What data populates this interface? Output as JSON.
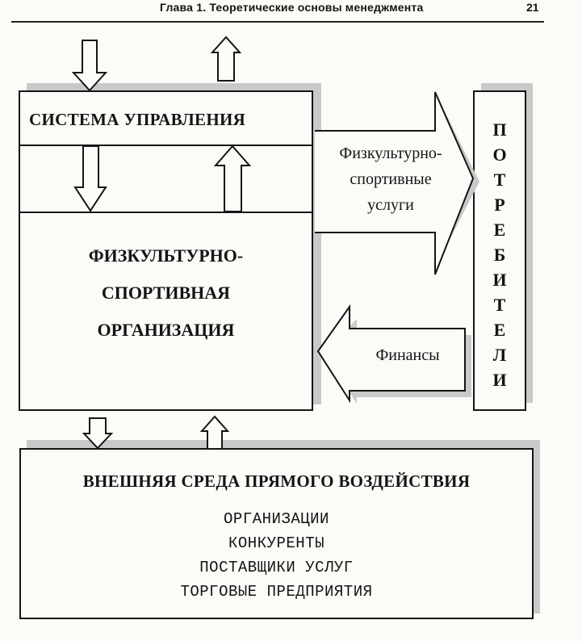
{
  "header": {
    "chapter_title": "Глава 1. Теоретические основы менеджмента",
    "page_number": "21"
  },
  "diagram": {
    "management_system": {
      "title": "СИСТЕМА УПРАВЛЕНИЯ"
    },
    "organization": {
      "lines": [
        "ФИЗКУЛЬТУРНО-",
        "СПОРТИВНАЯ",
        "ОРГАНИЗАЦИЯ"
      ]
    },
    "services_flow": {
      "lines": [
        "Физкультурно-",
        "спортивные",
        "услуги"
      ]
    },
    "finance_flow": {
      "label": "Финансы"
    },
    "consumers": {
      "letters": [
        "П",
        "О",
        "Т",
        "Р",
        "Е",
        "Б",
        "И",
        "Т",
        "Е",
        "Л",
        "И"
      ]
    },
    "environment": {
      "title": "ВНЕШНЯЯ СРЕДА ПРЯМОГО ВОЗДЕЙСТВИЯ",
      "items": [
        "ОРГАНИЗАЦИИ",
        "КОНКУРЕНТЫ",
        "ПОСТАВЩИКИ УСЛУГ",
        "ТОРГОВЫЕ ПРЕДПРИЯТИЯ"
      ]
    }
  }
}
